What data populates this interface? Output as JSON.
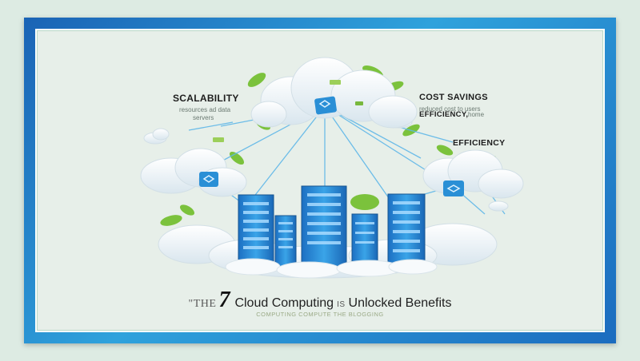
{
  "labels": {
    "scalability": "SCALABILITY",
    "scalability_desc_1": "resources ad data",
    "scalability_desc_2": "servers",
    "cost_savings": "COST SAVINGS",
    "cost_desc": "reduced cost to users",
    "efficiency_inline": "EFFICIENCY,",
    "efficiency_inline_suffix": "home",
    "efficiency": "EFFICIENCY"
  },
  "title": {
    "prefix": "\"THE",
    "number": "7",
    "part1": "Cloud Computing",
    "connector": "IS",
    "part2": "Unlocked Benefits"
  },
  "subtitle": "COMPUTING COMPUTE THE BLOGGING",
  "colors": {
    "frame": "#1f80cc",
    "background": "#e7efe9",
    "server": "#2f8fd8",
    "leaf": "#7bc23c",
    "cloud": "#f4f8fa"
  }
}
